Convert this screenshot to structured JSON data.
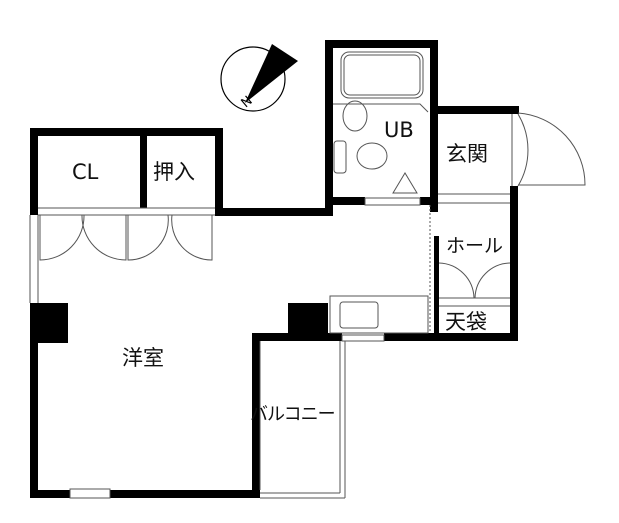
{
  "floorplan": {
    "rooms": {
      "closet": "CL",
      "oshiire": "押入",
      "unit_bath": "UB",
      "entrance": "玄関",
      "hall": "ホール",
      "upper_storage": "天袋",
      "western_room": "洋室",
      "balcony": "バルコニー"
    },
    "compass": {
      "label": "N",
      "icon": "north-arrow-icon"
    },
    "colors": {
      "wall": "#000000",
      "line": "#555555",
      "background": "#ffffff"
    }
  }
}
